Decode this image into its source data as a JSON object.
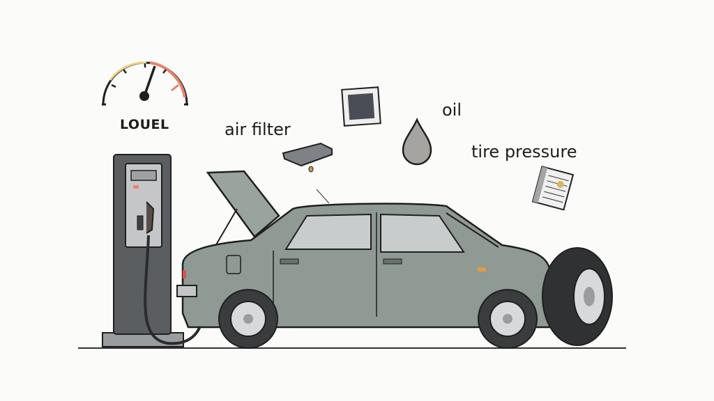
{
  "illustration": {
    "gauge": {
      "label": "LOUEL"
    },
    "labels": {
      "air_filter": "air filter",
      "oil": "oil",
      "tire_pressure": "tire pressure"
    },
    "colors": {
      "background": "#fbfbfa",
      "car_body": "#8e9a93",
      "pump": "#5b5e60",
      "outline": "#1f1f1f",
      "gauge_warm": "#e9826a",
      "gauge_cool": "#f0d28a"
    }
  }
}
